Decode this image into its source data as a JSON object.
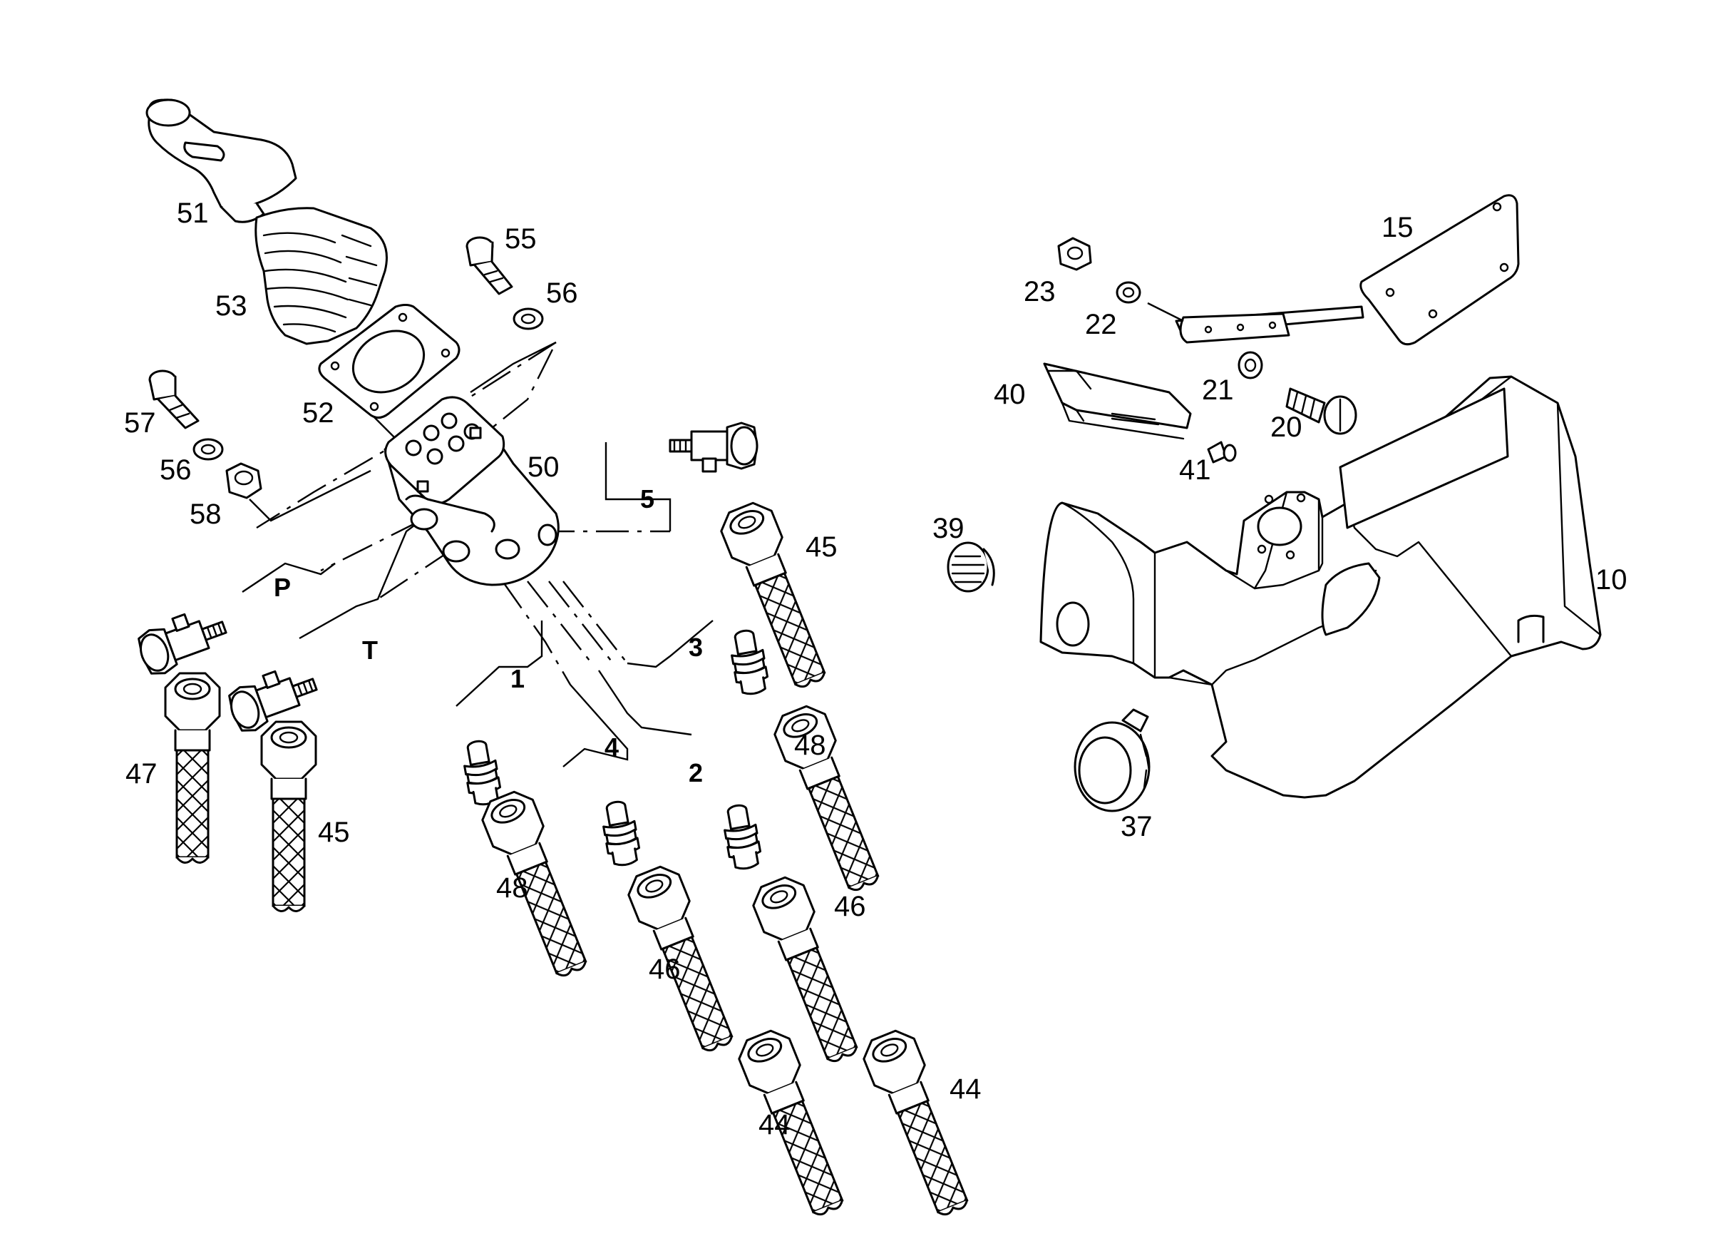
{
  "callouts": {
    "c10": "10",
    "c15": "15",
    "c20": "20",
    "c21": "21",
    "c22": "22",
    "c23": "23",
    "c37": "37",
    "c39": "39",
    "c40": "40",
    "c41": "41",
    "c44a": "44",
    "c44b": "44",
    "c45a": "45",
    "c45b": "45",
    "c46a": "46",
    "c46b": "46",
    "c47": "47",
    "c48a": "48",
    "c48b": "48",
    "c50": "50",
    "c51": "51",
    "c52": "52",
    "c53": "53",
    "c55": "55",
    "c56a": "56",
    "c56b": "56",
    "c57": "57",
    "c58": "58"
  },
  "ports": {
    "p": "P",
    "t": "T",
    "p1": "1",
    "p2": "2",
    "p3": "3",
    "p4": "4",
    "p5": "5"
  }
}
